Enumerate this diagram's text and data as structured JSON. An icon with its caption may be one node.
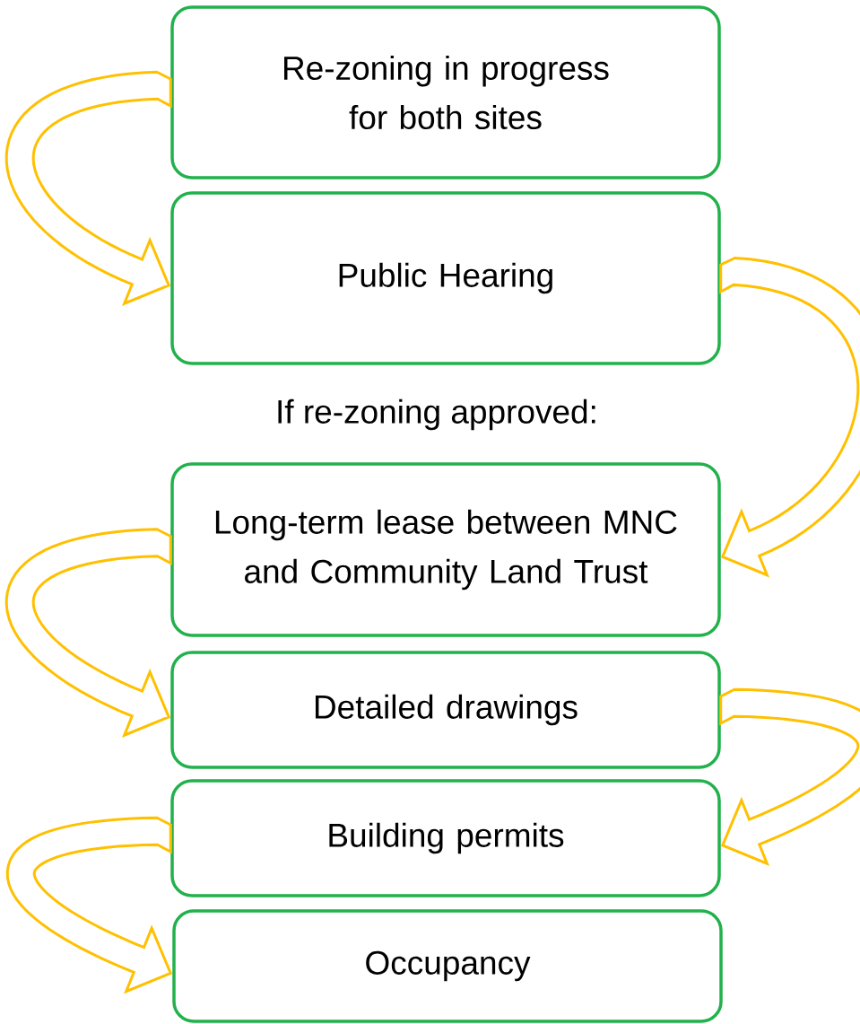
{
  "diagram": {
    "nodes": [
      {
        "text": [
          "Re-zoning in progress for both sites"
        ]
      },
      {
        "text": [
          "Public Hearing"
        ]
      },
      {
        "text": [
          "Long-term lease between MNC and Community Land Trust"
        ]
      },
      {
        "text": [
          "Detailed drawings"
        ]
      },
      {
        "text": [
          "Building permits"
        ]
      },
      {
        "text": [
          "Occupancy"
        ]
      }
    ],
    "edges": [
      {
        "from": 0,
        "to": 1,
        "arrow": "to"
      },
      {
        "from": 1,
        "to": 2,
        "arrow": "to"
      },
      {
        "from": 2,
        "to": 3,
        "arrow": "to"
      },
      {
        "from": 3,
        "to": 4,
        "arrow": "to"
      },
      {
        "from": 4,
        "to": 5,
        "arrow": "to"
      }
    ],
    "labels": [
      "If re-zoning approved:"
    ]
  }
}
